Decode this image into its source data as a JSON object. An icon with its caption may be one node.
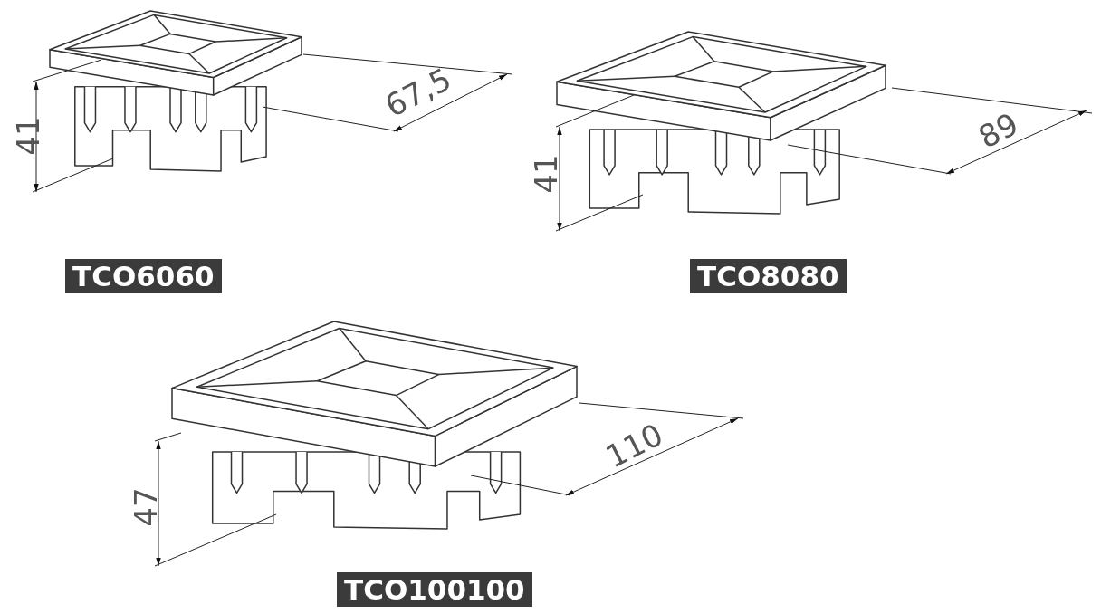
{
  "diagram": {
    "labels": [
      "41",
      "67,5",
      "TCO6060",
      "41",
      "89",
      "TCO8080",
      "47",
      "110",
      "TCO100100"
    ]
  }
}
